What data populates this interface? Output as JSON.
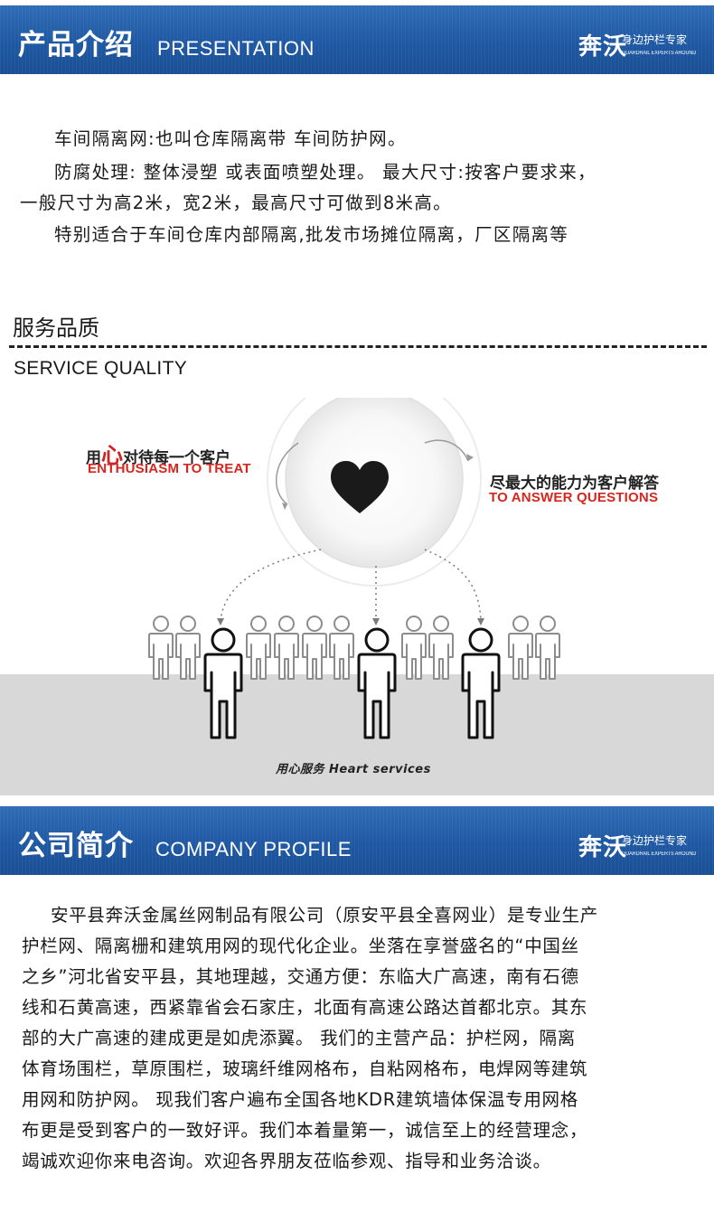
{
  "banner_top": {
    "title_cn": "产品介绍",
    "title_en": "PRESENTATION",
    "brand": "奔沃",
    "slogan": "身边护栏专家",
    "slogan_en": "GUARDRAIL EXPERTS AROUND"
  },
  "intro": {
    "lines": [
      "车间隔离网:也叫仓库隔离带 车间防护网。",
      "防腐处理: 整体浸塑 或表面喷塑处理。 最大尺寸:按客户要求来，",
      "一般尺寸为高2米，宽2米，最高尺寸可做到8米高。",
      "特别适合于车间仓库内部隔离,批发市场摊位隔离，厂区隔离等"
    ]
  },
  "service": {
    "title_cn": "服务品质",
    "title_en": "SERVICE QUALITY",
    "left_cn_pre": "用",
    "left_cn_heart": "心",
    "left_cn_post": "对待每一个客户",
    "left_en": "ENTHUSIASM TO TREAT",
    "right_cn": "尽最大的能力为客户解答",
    "right_en": "TO ANSWER QUESTIONS",
    "caption": "用心服务 Heart services"
  },
  "banner_mid": {
    "title_cn": "公司简介",
    "title_en": "COMPANY PROFILE",
    "brand": "奔沃",
    "slogan": "身边护栏专家",
    "slogan_en": "GUARDRAIL EXPERTS AROUND"
  },
  "profile": {
    "lines": [
      "安平县奔沃金属丝网制品有限公司（原安平县全喜网业）是专业生产",
      "护栏网、隔离栅和建筑用网的现代化企业。坐落在享誉盛名的“中国丝",
      "之乡”河北省安平县，其地理越，交通方便：东临大广高速，南有石德",
      "线和石黄高速，西紧靠省会石家庄，北面有高速公路达首都北京。其东",
      "部的大广高速的建成更是如虎添翼。   我们的主营产品：护栏网，隔离",
      "体育场围栏，草原围栏，玻璃纤维网格布，自粘网格布，电焊网等建筑",
      "用网和防护网。   现我们客户遍布全国各地KDR建筑墙体保温专用网格",
      "布更是受到客户的一致好评。我们本着量第一，诚信至上的经营理念，",
      "竭诚欢迎你来电咨询。欢迎各界朋友莅临参观、指导和业务洽谈。"
    ]
  }
}
